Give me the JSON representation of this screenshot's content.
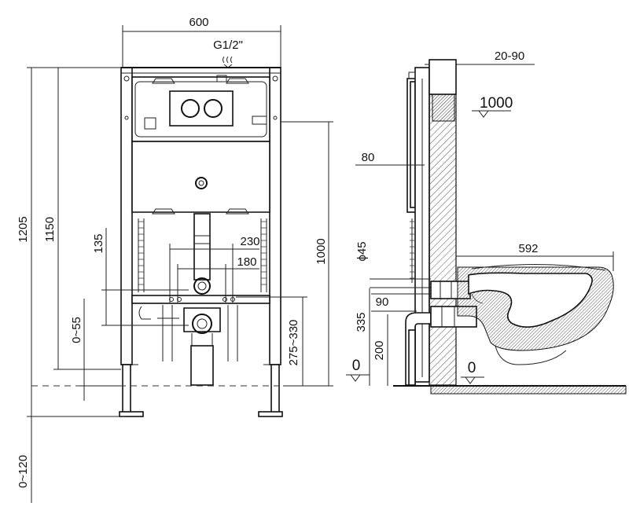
{
  "front_view": {
    "width_label": "600",
    "water_inlet_label": "G1/2\"",
    "height_total_label": "1205",
    "height_frame_label": "1150",
    "flush_height_label": "1000",
    "pipe_spacing_1_label": "230",
    "pipe_spacing_2_label": "180",
    "drain_offset_label": "135",
    "foot_adjust_label": "0~55",
    "drain_height_label": "275~330",
    "floor_adjust_label": "0~120"
  },
  "side_view": {
    "wall_depth_label": "20-90",
    "reference_height_label": "1000",
    "top_offset_label": "80",
    "pipe_diameter_label": "ϕ45",
    "bowl_length_label": "592",
    "inlet_offset_label": "90",
    "fixing_height_label": "335",
    "drain_center_label": "200",
    "floor_level_label": "0",
    "floor_level_label_2": "0"
  }
}
